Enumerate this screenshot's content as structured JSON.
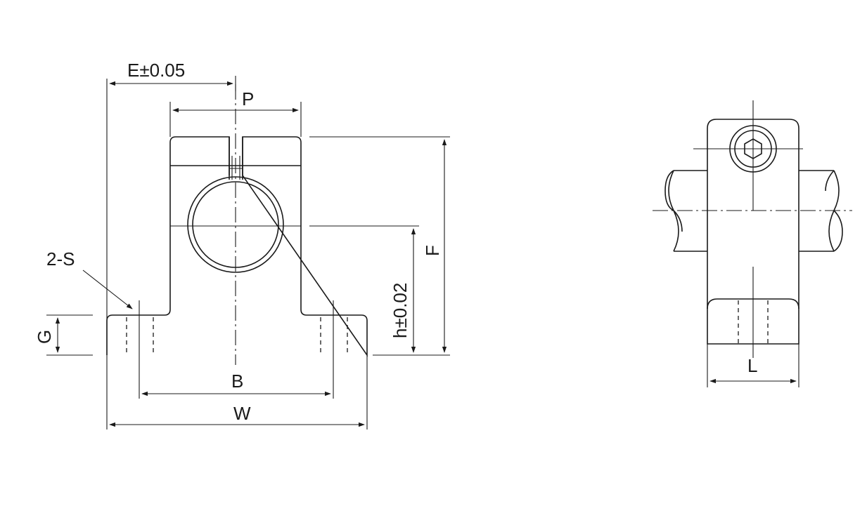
{
  "front_view": {
    "dim_E": "E±0.05",
    "dim_P": "P",
    "dim_F": "F",
    "dim_h": "h±0.02",
    "dim_G": "G",
    "dim_B": "B",
    "dim_W": "W",
    "callout_holes": "2-S"
  },
  "side_view": {
    "dim_L": "L"
  },
  "colors": {
    "ink": "#1a1a1a",
    "paper": "#ffffff"
  }
}
